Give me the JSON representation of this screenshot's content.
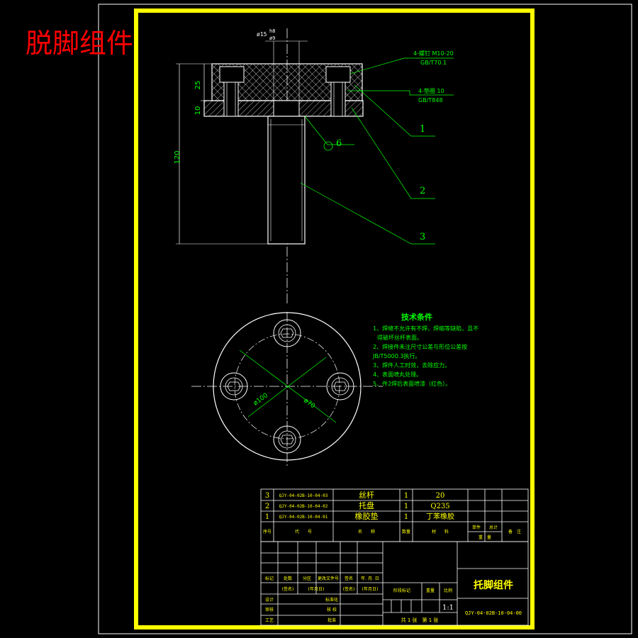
{
  "overlay_title": "脱脚组件",
  "dimensions": {
    "shaft_dia": "ø15",
    "shaft_tol_upper": "h8",
    "shaft_tol_lower": "ø9",
    "height_25": "25",
    "height_10": "10",
    "height_120": "120",
    "pcd_dia": "ø100",
    "hole_dia": "ø70"
  },
  "callouts": {
    "screw_label": "4-螺钉 M10-20",
    "screw_std": "GB/T70.1",
    "washer_label": "4-垫圈 10",
    "washer_std": "GB/T848",
    "part1": "1",
    "part2": "2",
    "part3": "3",
    "roughness": "6"
  },
  "tech_notes": {
    "title": "技术条件",
    "lines": [
      "1、焊缝不允许有不焊、焊缩等缺陷，且不",
      "得破坏丝杆表面。",
      "2、焊接件未注尺寸公差与形位公差按",
      "JB/T5000.3执行。",
      "3、焊件人工时效，去除应力。",
      "4、表面喷丸处理。",
      "5、件2焊后表面喷漆（红色）。"
    ]
  },
  "bom": {
    "rows": [
      {
        "no": "3",
        "code": "QJY-04-02B-10-04-03",
        "name": "丝杆",
        "qty": "1",
        "material": "20"
      },
      {
        "no": "2",
        "code": "QJY-04-02B-10-04-02",
        "name": "托盘",
        "qty": "1",
        "material": "Q235"
      },
      {
        "no": "1",
        "code": "QJY-04-02B-10-04-01",
        "name": "橡胶垫",
        "qty": "1",
        "material": "丁苯橡胶"
      }
    ],
    "header": {
      "no": "序号",
      "code": "代　　号",
      "name": "名　　称",
      "qty": "数量",
      "material": "材　　料",
      "unit_weight": "单件",
      "total_weight": "总计",
      "weight": "重　量",
      "remark": "备　注"
    }
  },
  "title_block": {
    "drawing_name": "托脚组件",
    "drawing_code": "QJY-04-02B-10-04-00",
    "scale": "1:1",
    "sheet_info": "共 1 张　第 1 张",
    "labels": {
      "mark": "标记",
      "count": "处数",
      "zone": "分区",
      "change_doc": "更改文件号",
      "sign": "签名",
      "date": "年. 月. 日",
      "sign2": "(签名)",
      "date2": "(年月日)",
      "sign3": "(签名)",
      "date3": "(年月日)",
      "design": "设计",
      "std": "标准化",
      "stage": "阶段标记",
      "weight": "重量",
      "ratio": "比例",
      "review": "审核",
      "craft": "工艺",
      "approve": "批准",
      "verify": "核 校"
    }
  }
}
